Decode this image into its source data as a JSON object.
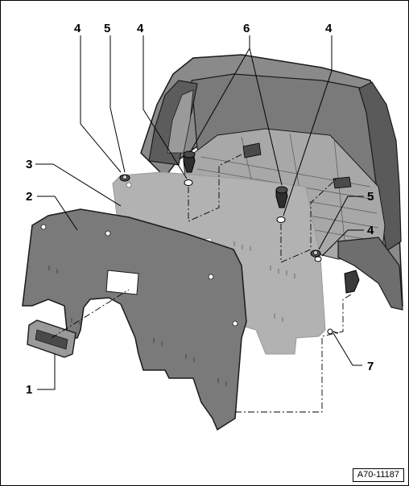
{
  "callouts": {
    "c1": "1",
    "c2": "2",
    "c3": "3",
    "c4a": "4",
    "c5a": "5",
    "c4b": "4",
    "c6": "6",
    "c4c": "4",
    "c5b": "5",
    "c4d": "4",
    "c7": "7"
  },
  "reference": "A70-11187",
  "colors": {
    "trunk": "#8c8c8c",
    "trunk_dark": "#6e6e6e",
    "trim": "#b4b4b4",
    "panel": "#7b7b7b",
    "outline": "#1a1a1a"
  }
}
